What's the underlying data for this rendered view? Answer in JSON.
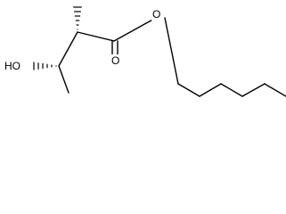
{
  "atoms": {
    "ester_oxygen": "O",
    "carbonyl_oxygen": "O",
    "hydroxyl_group": "HO"
  },
  "colors": {
    "bond": "#000000",
    "background": "#ffffff"
  }
}
